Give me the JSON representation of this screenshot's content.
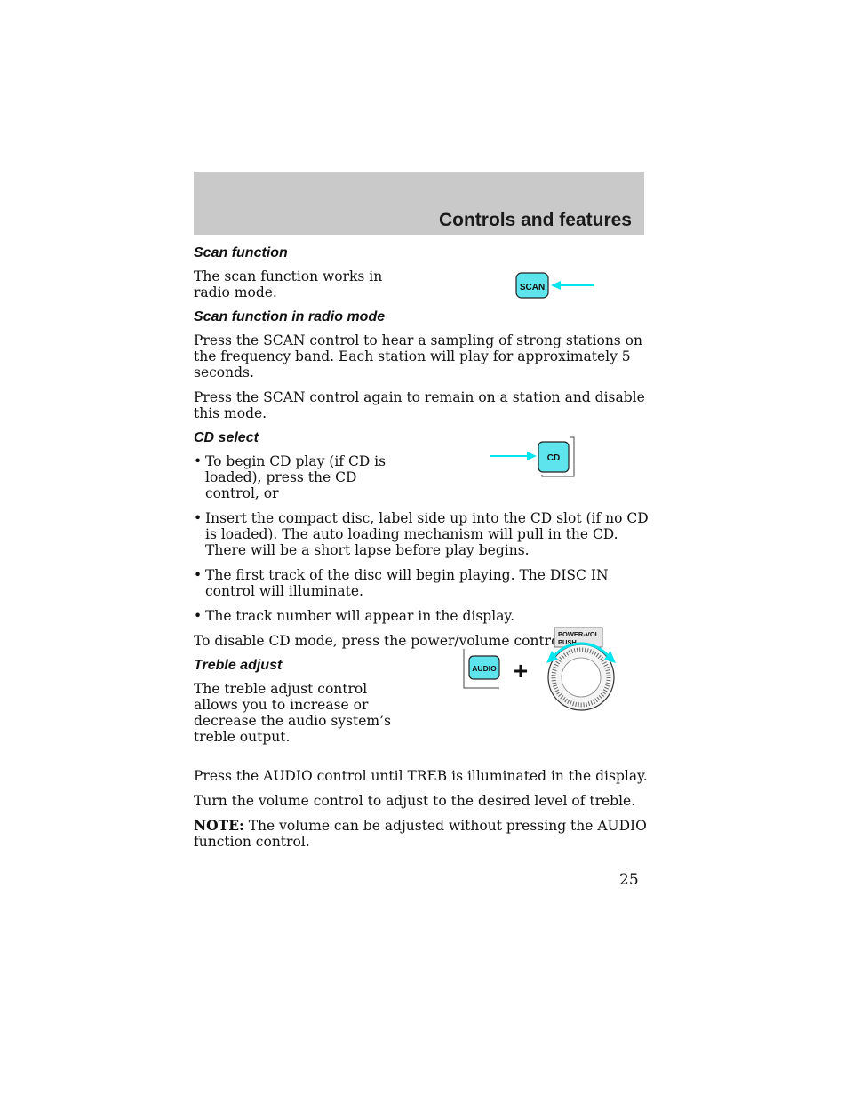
{
  "header": {
    "title": "Controls and features"
  },
  "sections": {
    "scan": {
      "heading": "Scan function",
      "intro": "The scan function works in radio mode.",
      "button_label": "SCAN"
    },
    "scan_radio": {
      "heading": "Scan function in radio mode",
      "p1": "Press the SCAN control to hear a sampling of strong stations on the frequency band. Each station will play for approximately 5 seconds.",
      "p2": "Press the SCAN control again to remain on a station and disable this mode."
    },
    "cd": {
      "heading": "CD select",
      "bullet_glyph": "•",
      "bullets": [
        "To begin CD play (if CD is loaded), press the CD control, or",
        "Insert the compact disc, label side up into the CD slot (if no CD is loaded). The auto loading mechanism will pull in the CD. There will be a short lapse before play begins.",
        "The first track of the disc will begin playing. The DISC IN control will illuminate.",
        "The track number will appear in the display."
      ],
      "after": "To disable CD mode, press the power/volume control.",
      "button_label": "CD"
    },
    "treble": {
      "heading": "Treble adjust",
      "intro": "The treble adjust control allows you to increase or decrease the audio system’s treble output.",
      "p1": "Press the AUDIO control until TREB is illuminated in the display.",
      "p2": "Turn the volume control to adjust to the desired level of treble.",
      "note_label": "NOTE:",
      "note_text": "The volume can be adjusted without pressing the AUDIO function control.",
      "audio_label": "AUDIO",
      "plus": "+",
      "knob_label_1": "POWER-VOL",
      "knob_label_2": "PUSH"
    }
  },
  "page_number": "25",
  "colors": {
    "accent": "#5ee4ec",
    "arrow": "#00e5ee",
    "header_band": "#c9c9c9"
  }
}
